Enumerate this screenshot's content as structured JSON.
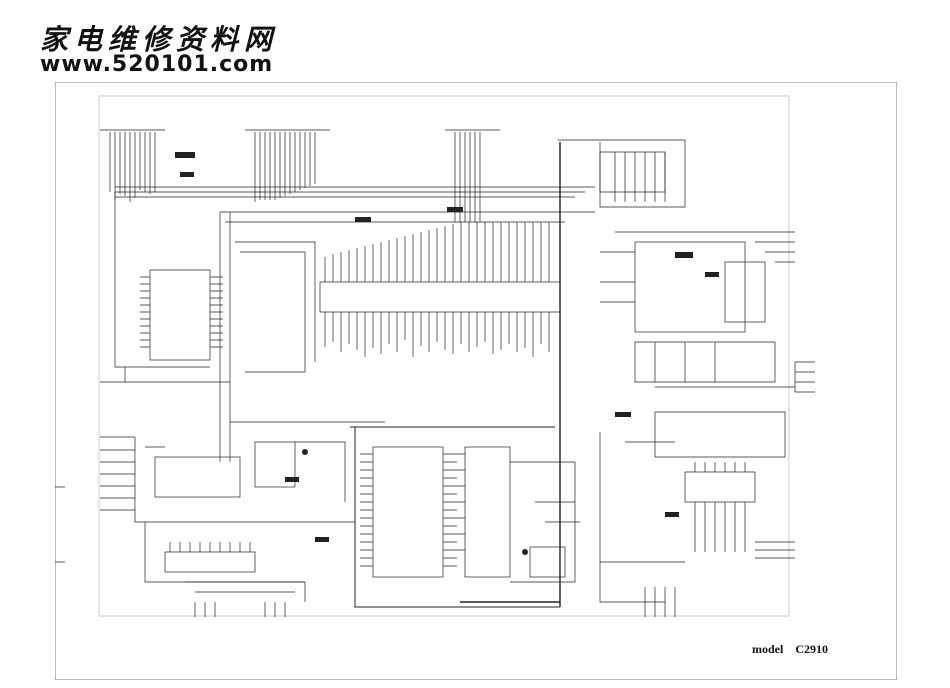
{
  "watermark": {
    "site_name": "家电维修资料网",
    "url": "www.520101.com"
  },
  "footer": {
    "model_label": "model",
    "model_number": "C2910"
  }
}
